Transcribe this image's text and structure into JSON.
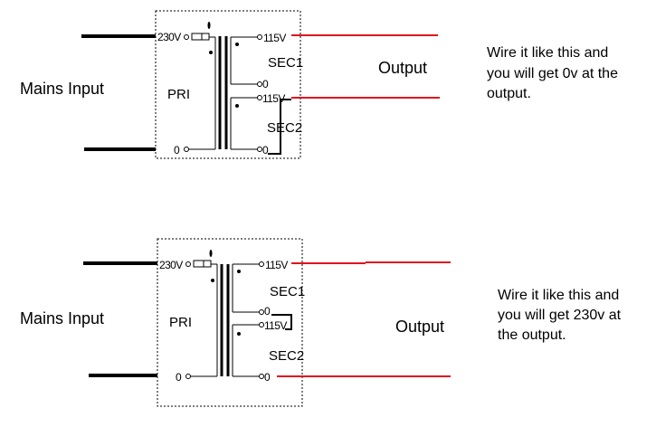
{
  "diagrams": [
    {
      "mains_label": "Mains Input",
      "pri_label": "PRI",
      "pri_top_terminal": "230V",
      "pri_bottom_terminal": "0",
      "sec1_label": "SEC1",
      "sec2_label": "SEC2",
      "sec1_top_terminal": "115V",
      "sec1_bottom_terminal": "0",
      "sec2_top_terminal": "115V",
      "sec2_bottom_terminal": "0",
      "output_label": "Output",
      "note_lines": [
        "Wire it like this and",
        "you will get 0v at the",
        "output."
      ]
    },
    {
      "mains_label": "Mains Input",
      "pri_label": "PRI",
      "pri_top_terminal": "230V",
      "pri_bottom_terminal": "0",
      "sec1_label": "SEC1",
      "sec2_label": "SEC2",
      "sec1_top_terminal": "115V",
      "sec1_bottom_terminal": "0",
      "sec2_top_terminal": "115V",
      "sec2_bottom_terminal": "0",
      "output_label": "Output",
      "note_lines": [
        "Wire it like this and",
        "you will get 230v at",
        "the output."
      ]
    }
  ],
  "colors": {
    "input_wire": "#000000",
    "output_wire": "#e0141e",
    "box_border": "#000000"
  }
}
